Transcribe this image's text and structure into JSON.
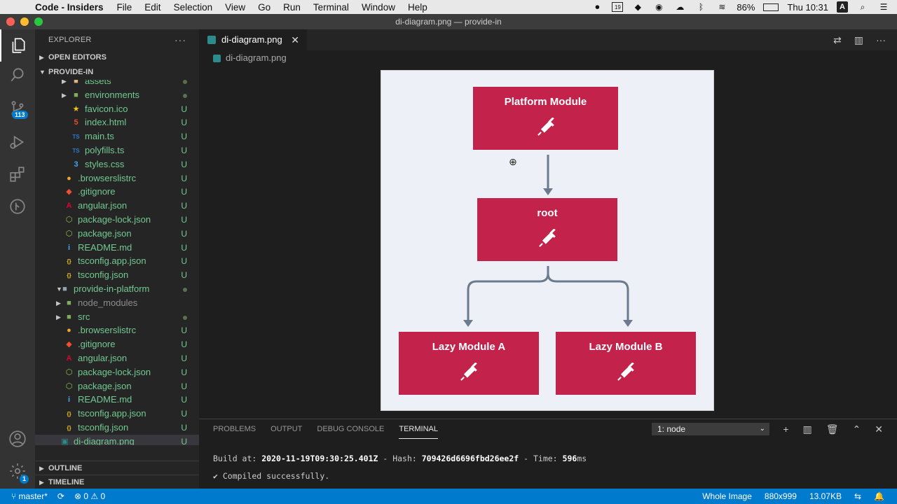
{
  "menubar": {
    "app_name": "Code - Insiders",
    "items": [
      "File",
      "Edit",
      "Selection",
      "View",
      "Go",
      "Run",
      "Terminal",
      "Window",
      "Help"
    ],
    "battery": "86%",
    "clock": "Thu 10:31",
    "calendar_day": "19",
    "user_initial": "A"
  },
  "window": {
    "title": "di-diagram.png — provide-in"
  },
  "activity": {
    "scm_badge": "113",
    "settings_badge": "1"
  },
  "sidebar": {
    "title": "EXPLORER",
    "open_editors": "OPEN EDITORS",
    "root_folder": "PROVIDE-IN",
    "outline": "OUTLINE",
    "timeline": "TIMELINE",
    "tree": [
      {
        "label": "assets",
        "kind": "folder",
        "depth": 2,
        "chev": "›",
        "status": "dot"
      },
      {
        "label": "environments",
        "kind": "folder-env",
        "depth": 2,
        "chev": "›",
        "status": "dot"
      },
      {
        "label": "favicon.ico",
        "kind": "star",
        "depth": 2,
        "status": "U"
      },
      {
        "label": "index.html",
        "kind": "html",
        "depth": 2,
        "status": "U"
      },
      {
        "label": "main.ts",
        "kind": "ts",
        "depth": 2,
        "status": "U"
      },
      {
        "label": "polyfills.ts",
        "kind": "ts",
        "depth": 2,
        "status": "U"
      },
      {
        "label": "styles.css",
        "kind": "css",
        "depth": 2,
        "status": "U"
      },
      {
        "label": ".browserslistrc",
        "kind": "browsers",
        "depth": 1,
        "status": "U"
      },
      {
        "label": ".gitignore",
        "kind": "git",
        "depth": 1,
        "status": "U"
      },
      {
        "label": "angular.json",
        "kind": "angular",
        "depth": 1,
        "status": "U"
      },
      {
        "label": "package-lock.json",
        "kind": "npm",
        "depth": 1,
        "status": "U"
      },
      {
        "label": "package.json",
        "kind": "npm",
        "depth": 1,
        "status": "U"
      },
      {
        "label": "README.md",
        "kind": "info",
        "depth": 1,
        "status": "U"
      },
      {
        "label": "tsconfig.app.json",
        "kind": "json",
        "depth": 1,
        "status": "U"
      },
      {
        "label": "tsconfig.json",
        "kind": "json",
        "depth": 1,
        "status": "U"
      },
      {
        "label": "provide-in-platform",
        "kind": "folder-open",
        "depth": 0,
        "chev": "⌄",
        "status": "dot"
      },
      {
        "label": "node_modules",
        "kind": "folder-node",
        "depth": 1,
        "chev": "›",
        "status": "",
        "muted": true
      },
      {
        "label": "src",
        "kind": "folder-src",
        "depth": 1,
        "chev": "›",
        "status": "dot"
      },
      {
        "label": ".browserslistrc",
        "kind": "browsers",
        "depth": 1,
        "status": "U"
      },
      {
        "label": ".gitignore",
        "kind": "git",
        "depth": 1,
        "status": "U"
      },
      {
        "label": "angular.json",
        "kind": "angular",
        "depth": 1,
        "status": "U"
      },
      {
        "label": "package-lock.json",
        "kind": "npm",
        "depth": 1,
        "status": "U"
      },
      {
        "label": "package.json",
        "kind": "npm",
        "depth": 1,
        "status": "U"
      },
      {
        "label": "README.md",
        "kind": "info",
        "depth": 1,
        "status": "U"
      },
      {
        "label": "tsconfig.app.json",
        "kind": "json",
        "depth": 1,
        "status": "U"
      },
      {
        "label": "tsconfig.json",
        "kind": "json",
        "depth": 1,
        "status": "U"
      },
      {
        "label": "di-diagram.png",
        "kind": "png",
        "depth": 0,
        "status": "U",
        "selected": true
      }
    ]
  },
  "editor": {
    "tab_label": "di-diagram.png",
    "breadcrumb": "di-diagram.png"
  },
  "diagram": {
    "platform": "Platform Module",
    "root": "root",
    "lazy_a": "Lazy Module A",
    "lazy_b": "Lazy Module B",
    "module_color": "#c3224b",
    "arrow_color": "#6b7a8c"
  },
  "panel": {
    "tabs": [
      "PROBLEMS",
      "OUTPUT",
      "DEBUG CONSOLE",
      "TERMINAL"
    ],
    "active_tab": "TERMINAL",
    "terminal_select": "1: node",
    "build_prefix": "Build at: ",
    "build_time": "2020-11-19T09:30:25.401Z",
    "hash_prefix": " - Hash: ",
    "hash": "709426d6696fbd26ee2f",
    "time_prefix": " - Time: ",
    "time_value": "596",
    "time_unit": "ms",
    "compiled": "✔ Compiled successfully."
  },
  "statusbar": {
    "branch": "master*",
    "errors": "0",
    "warnings": "0",
    "view_mode": "Whole Image",
    "dimensions": "880x999",
    "filesize": "13.07KB"
  }
}
